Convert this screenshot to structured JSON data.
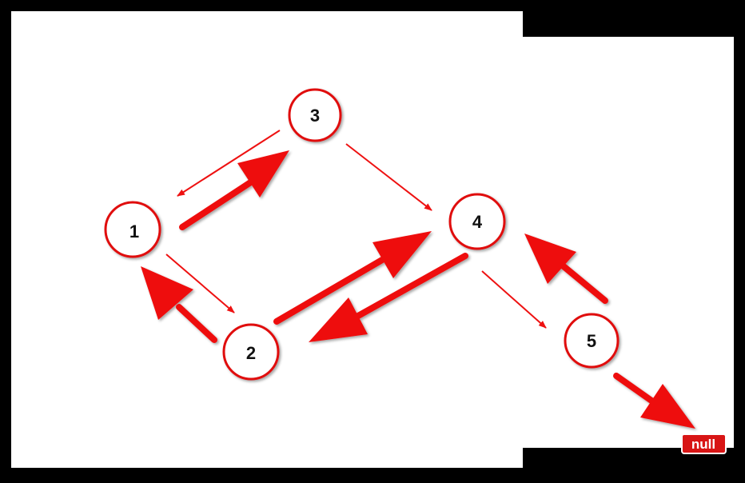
{
  "title": "前序线索二叉树 - 【3,1,2,4,5】",
  "colors": {
    "accent": "#ee1111",
    "background": "#000000",
    "canvas": "#ffffff",
    "node_text": "#111111"
  },
  "nodes": [
    {
      "id": "n3",
      "label": "3"
    },
    {
      "id": "n1",
      "label": "1"
    },
    {
      "id": "n4",
      "label": "4"
    },
    {
      "id": "n2",
      "label": "2"
    },
    {
      "id": "n5",
      "label": "5"
    }
  ],
  "null_label": "null",
  "edges": [
    {
      "from": "3",
      "to": "1",
      "kind": "child"
    },
    {
      "from": "3",
      "to": "4",
      "kind": "child"
    },
    {
      "from": "1",
      "to": "2",
      "kind": "child"
    },
    {
      "from": "4",
      "to": "5",
      "kind": "child"
    },
    {
      "from": "1",
      "to": "3",
      "kind": "thread"
    },
    {
      "from": "2",
      "to": "1",
      "kind": "thread"
    },
    {
      "from": "2",
      "to": "4",
      "kind": "thread"
    },
    {
      "from": "4",
      "to": "2",
      "kind": "thread"
    },
    {
      "from": "5",
      "to": "4",
      "kind": "thread"
    },
    {
      "from": "5",
      "to": "null",
      "kind": "thread"
    }
  ]
}
